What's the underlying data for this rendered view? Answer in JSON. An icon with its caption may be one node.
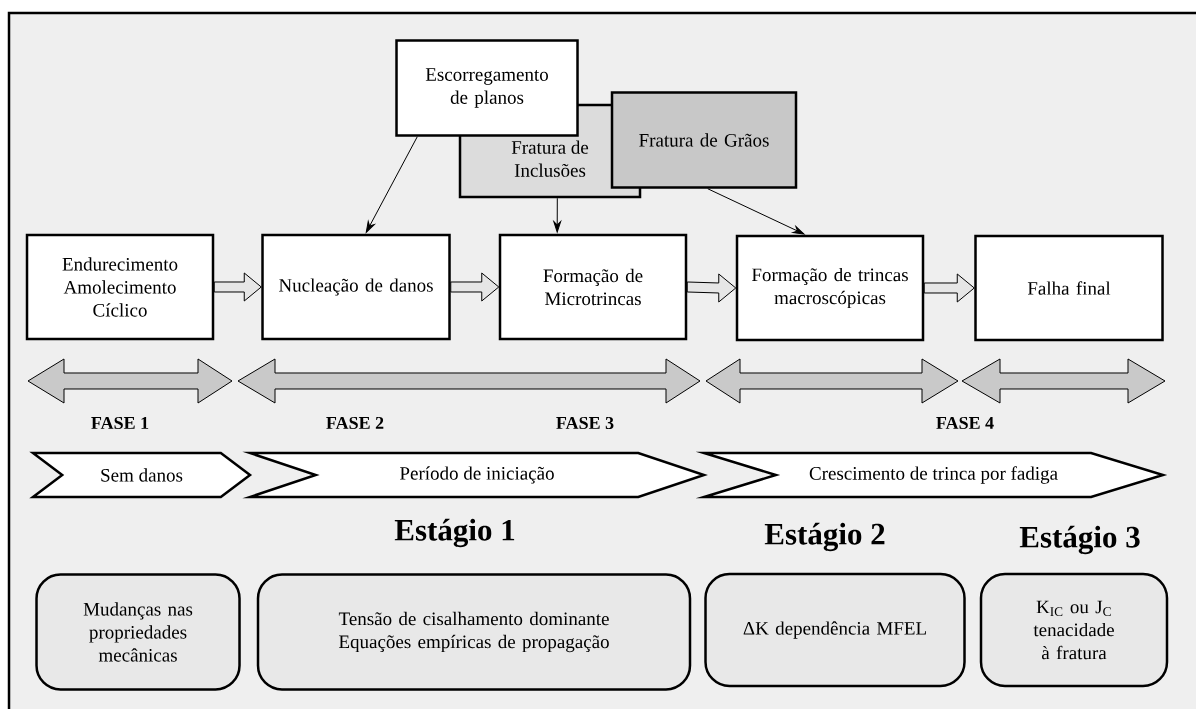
{
  "diagram": {
    "nodes": [
      {
        "text": [
          "Escorregamento de planos"
        ]
      },
      {
        "text": [
          "Fratura de Inclusões"
        ]
      },
      {
        "text": [
          "Fratura de Grãos"
        ]
      },
      {
        "text": [
          "Endurecimento Amolecimento Cíclico"
        ]
      },
      {
        "text": [
          "Nucleação de danos"
        ]
      },
      {
        "text": [
          "Formação de Microtrincas"
        ]
      },
      {
        "text": [
          "Formação de trincas macroscópicas"
        ]
      },
      {
        "text": [
          "Falha final"
        ]
      },
      {
        "text": [
          "Sem danos"
        ]
      },
      {
        "text": [
          "Período de iniciação"
        ]
      },
      {
        "text": [
          "Crescimento de trinca por fadiga"
        ]
      },
      {
        "text": [
          "Mudanças nas propriedades mecânicas"
        ]
      },
      {
        "text": [
          "Tensão de cisalhamento dominante Equações empíricas de propagação"
        ]
      },
      {
        "text": [
          "ΔK dependência MFEL"
        ]
      },
      {
        "text": [
          "K$_{IC}$ ou J$_{C}$ tenacidade à fratura"
        ]
      }
    ],
    "edges": [
      {
        "from": 3,
        "to": 4,
        "arrow": "to",
        "style": "thick"
      },
      {
        "from": 4,
        "to": 5,
        "arrow": "to",
        "style": "thick"
      },
      {
        "from": 5,
        "to": 6,
        "arrow": "to",
        "style": "thick"
      },
      {
        "from": 6,
        "to": 7,
        "arrow": "to",
        "style": "thick"
      },
      {
        "from": 0,
        "to": 4,
        "arrow": "to"
      },
      {
        "from": 1,
        "to": 5,
        "arrow": "to"
      },
      {
        "from": 2,
        "to": 6,
        "arrow": "to"
      }
    ],
    "labels": [
      "FASE 1",
      "FASE 2",
      "FASE 3",
      "FASE 4",
      "Estágio 1",
      "Estágio 2",
      "Estágio 3"
    ]
  }
}
